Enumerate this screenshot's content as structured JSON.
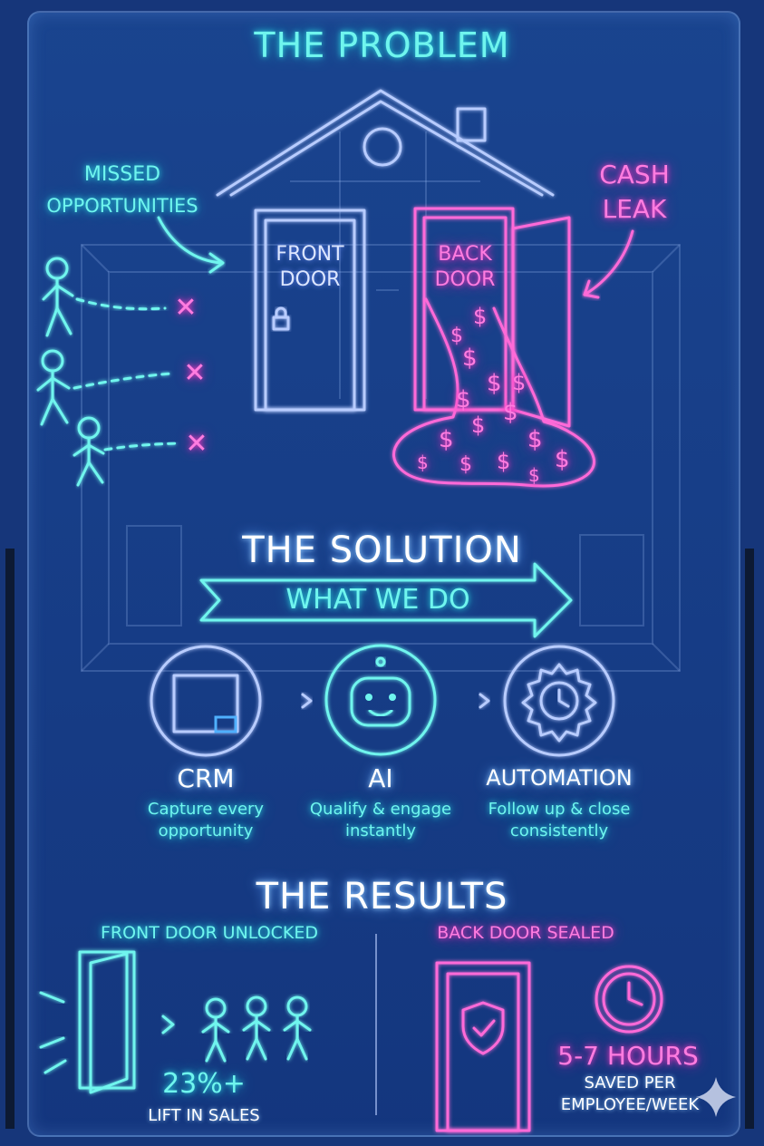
{
  "problem": {
    "title": "THE PROBLEM",
    "missed_label_line1": "MISSED",
    "missed_label_line2": "OPPORTUNITIES",
    "cash_leak_line1": "CASH",
    "cash_leak_line2": "LEAK",
    "front_door_line1": "FRONT",
    "front_door_line2": "DOOR",
    "back_door_line1": "BACK",
    "back_door_line2": "DOOR",
    "dollar_sign": "$",
    "cross": "✕"
  },
  "solution": {
    "title": "THE SOLUTION",
    "banner": "WHAT WE DO",
    "steps": [
      {
        "name": "CRM",
        "line1": "Capture every",
        "line2": "opportunity",
        "icon": "grid-icon"
      },
      {
        "name": "AI",
        "line1": "Qualify & engage",
        "line2": "instantly",
        "icon": "robot-icon"
      },
      {
        "name": "AUTOMATION",
        "line1": "Follow up & close",
        "line2": "consistently",
        "icon": "gear-clock-icon"
      }
    ]
  },
  "results": {
    "title": "THE RESULTS",
    "front": {
      "label": "FRONT DOOR UNLOCKED",
      "stat": "23%+",
      "stat_desc": "LIFT IN SALES"
    },
    "back": {
      "label": "BACK DOOR SEALED",
      "stat": "5-7 HOURS",
      "stat_desc_line1": "SAVED PER",
      "stat_desc_line2": "EMPLOYEE/WEEK"
    }
  },
  "colors": {
    "cyan": "#6ff5ee",
    "pink": "#ff6ad8",
    "blue": "#b8ccff",
    "background": "#16367a"
  }
}
